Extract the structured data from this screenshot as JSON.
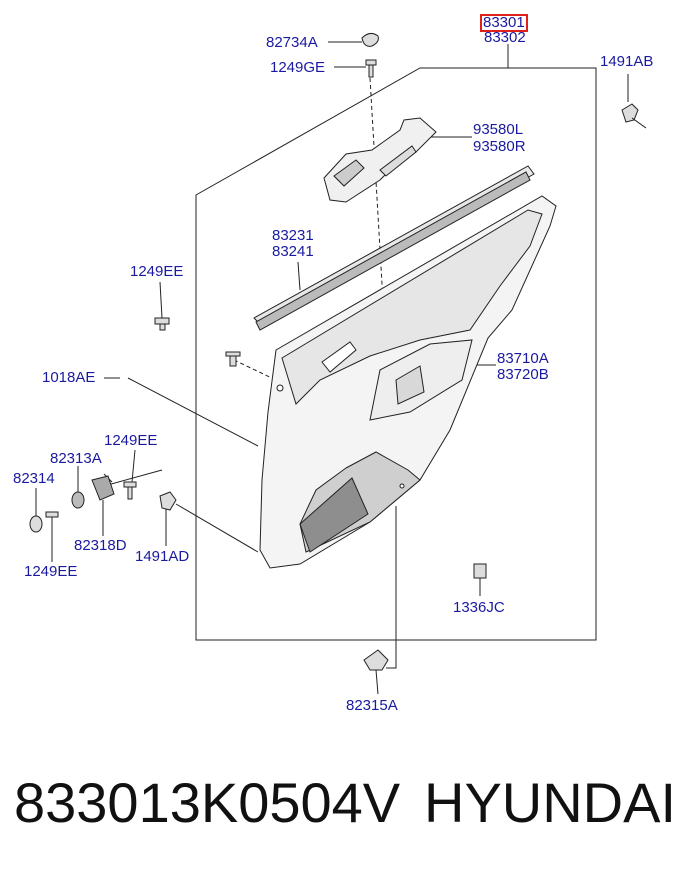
{
  "diagram": {
    "callouts": {
      "c83301": "83301",
      "c83302": "83302",
      "c82734A": "82734A",
      "c1249GE": "1249GE",
      "c1491AB": "1491AB",
      "c93580L": "93580L",
      "c93580R": "93580R",
      "c83231": "83231",
      "c83241": "83241",
      "c1249EE_top": "1249EE",
      "c1018AE": "1018AE",
      "c83710A": "83710A",
      "c83720B": "83720B",
      "c1249EE_mid": "1249EE",
      "c82313A": "82313A",
      "c82314": "82314",
      "c82318D": "82318D",
      "c1491AD": "1491AD",
      "c1249EE_bot": "1249EE",
      "c1336JC": "1336JC",
      "c82315A": "82315A"
    },
    "highlight_color": "#e0201c",
    "label_color": "#1a1aa0"
  },
  "footer": {
    "part_number": "833013K0504V",
    "brand": "HYUNDAI"
  }
}
